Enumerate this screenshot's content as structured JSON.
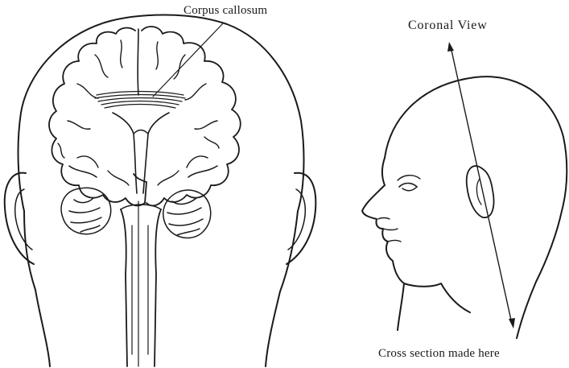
{
  "labels": {
    "corpus_callosum": "Corpus callosum",
    "coronal_view": "Coronal View",
    "cross_section": "Cross section made here"
  },
  "colors": {
    "ink": "#1a1a1a",
    "background": "#ffffff"
  }
}
